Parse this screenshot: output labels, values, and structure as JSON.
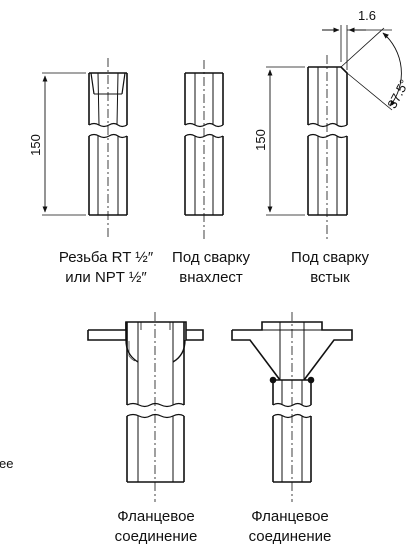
{
  "dimensions": {
    "length_left": "150",
    "length_right": "150",
    "bevel_thickness": "1.6",
    "bevel_angle": "37.5°"
  },
  "captions": {
    "threaded": [
      "Резьба RT ½″",
      "или NPT ½″"
    ],
    "lap_weld": [
      "Под сварку",
      "внахлест"
    ],
    "butt_weld": [
      "Под сварку",
      "встык"
    ],
    "flange_1": [
      "Фланцевое",
      "соединение"
    ],
    "flange_2": [
      "Фланцевое",
      "соединение"
    ],
    "edge_fragment": "ее"
  },
  "colors": {
    "line": "#111111",
    "background": "#ffffff"
  }
}
